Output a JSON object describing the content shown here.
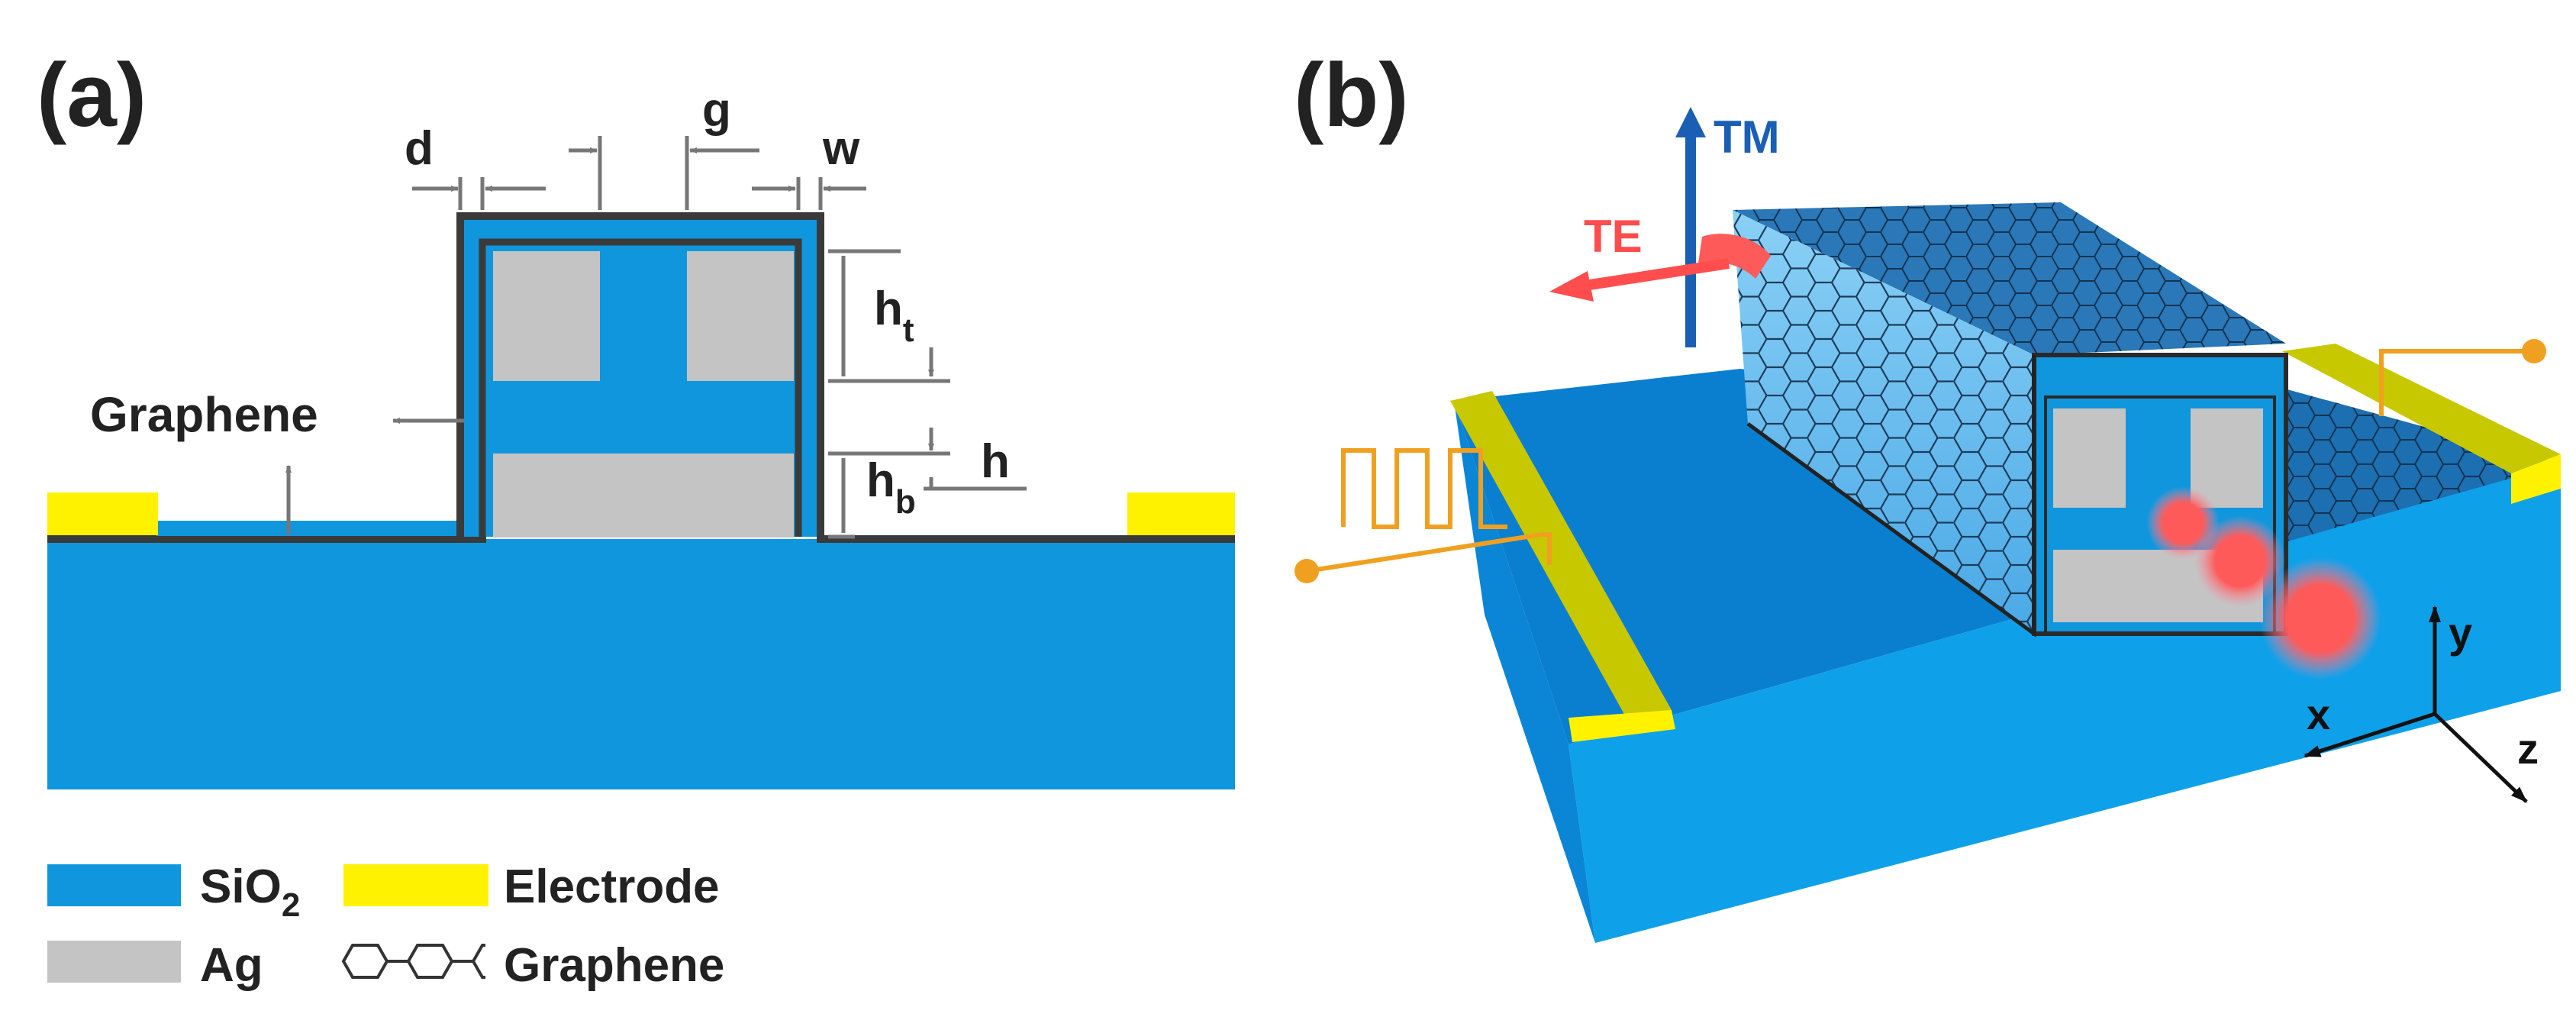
{
  "colors": {
    "sio2": "#0f96dd",
    "ag": "#c4c4c4",
    "electrode": "#fff200",
    "graphene_line": "#3a3a3a",
    "tm_arrow": "#1a5fb4",
    "te_arrow": "#ff4d4d",
    "signal": "#f0a020"
  },
  "panel_a": {
    "label": "(a)",
    "dims": {
      "d": "d",
      "g": "g",
      "w": "w",
      "h_t": "h",
      "h_t_sub": "t",
      "h": "h",
      "h_b": "h",
      "h_b_sub": "b"
    },
    "graphene_label": "Graphene"
  },
  "legend": {
    "sio2_label": "SiO",
    "sio2_sub": "2",
    "electrode_label": "Electrode",
    "ag_label": "Ag",
    "graphene_label": "Graphene"
  },
  "panel_b": {
    "label": "(b)",
    "tm_label": "TM",
    "te_label": "TE",
    "axis_x": "x",
    "axis_y": "y",
    "axis_z": "z"
  }
}
